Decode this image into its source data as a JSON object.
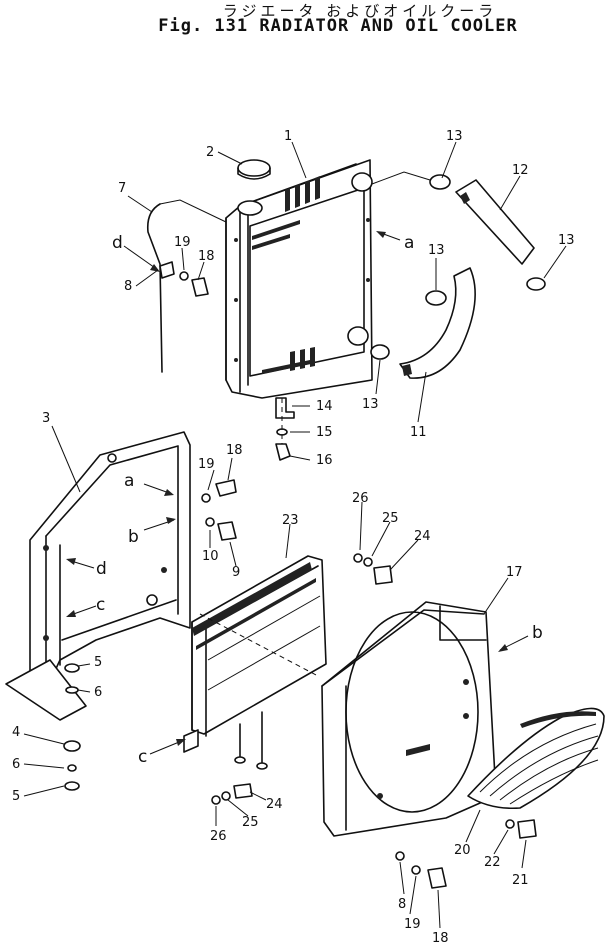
{
  "header": {
    "title_jp": "ラジエータ およびオイルクーラ",
    "title_en": "Fig. 131 RADIATOR AND OIL COOLER"
  },
  "callouts": {
    "n1": "1",
    "n2": "2",
    "n3": "3",
    "n4": "4",
    "n5a": "5",
    "n5b": "5",
    "n6a": "6",
    "n6b": "6",
    "n7": "7",
    "n8a": "8",
    "n8b": "8",
    "n9": "9",
    "n10": "10",
    "n11": "11",
    "n12": "12",
    "n13a": "13",
    "n13b": "13",
    "n13c": "13",
    "n13d": "13",
    "n14": "14",
    "n15": "15",
    "n16": "16",
    "n17": "17",
    "n18a": "18",
    "n18b": "18",
    "n18c": "18",
    "n19a": "19",
    "n19b": "19",
    "n19c": "19",
    "n20": "20",
    "n21": "21",
    "n22": "22",
    "n23": "23",
    "n24a": "24",
    "n24b": "24",
    "n25a": "25",
    "n25b": "25",
    "n26a": "26",
    "n26b": "26"
  },
  "refs": {
    "a1": "a",
    "a2": "a",
    "b1": "b",
    "b2": "b",
    "c1": "c",
    "c2": "c",
    "d1": "d",
    "d2": "d"
  }
}
